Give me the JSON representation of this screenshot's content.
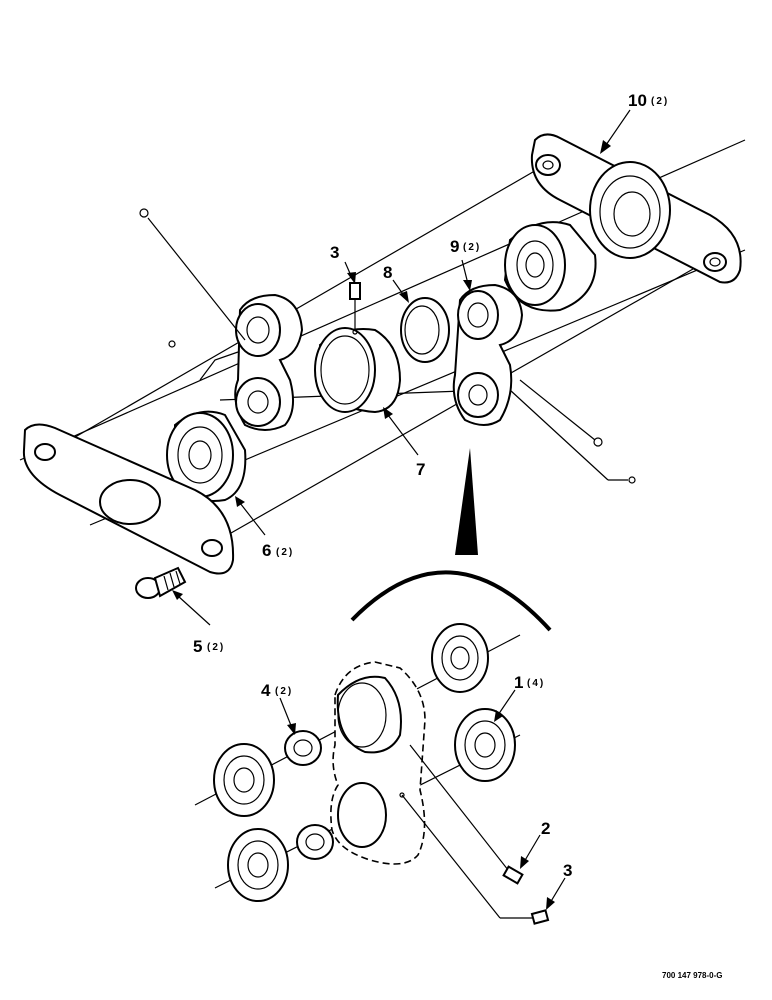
{
  "diagram": {
    "drawing_number": "700 147 978-0-G",
    "callouts": [
      {
        "id": "callout-10",
        "number": "10",
        "qty": "(2)"
      },
      {
        "id": "callout-3-top",
        "number": "3",
        "qty": ""
      },
      {
        "id": "callout-8",
        "number": "8",
        "qty": ""
      },
      {
        "id": "callout-9",
        "number": "9",
        "qty": "(2)"
      },
      {
        "id": "callout-7",
        "number": "7",
        "qty": ""
      },
      {
        "id": "callout-6",
        "number": "6",
        "qty": "(2)"
      },
      {
        "id": "callout-5",
        "number": "5",
        "qty": "(2)"
      },
      {
        "id": "callout-4",
        "number": "4",
        "qty": "(2)"
      },
      {
        "id": "callout-1",
        "number": "1",
        "qty": "(4)"
      },
      {
        "id": "callout-2",
        "number": "2",
        "qty": ""
      },
      {
        "id": "callout-3-bottom",
        "number": "3",
        "qty": ""
      }
    ]
  }
}
